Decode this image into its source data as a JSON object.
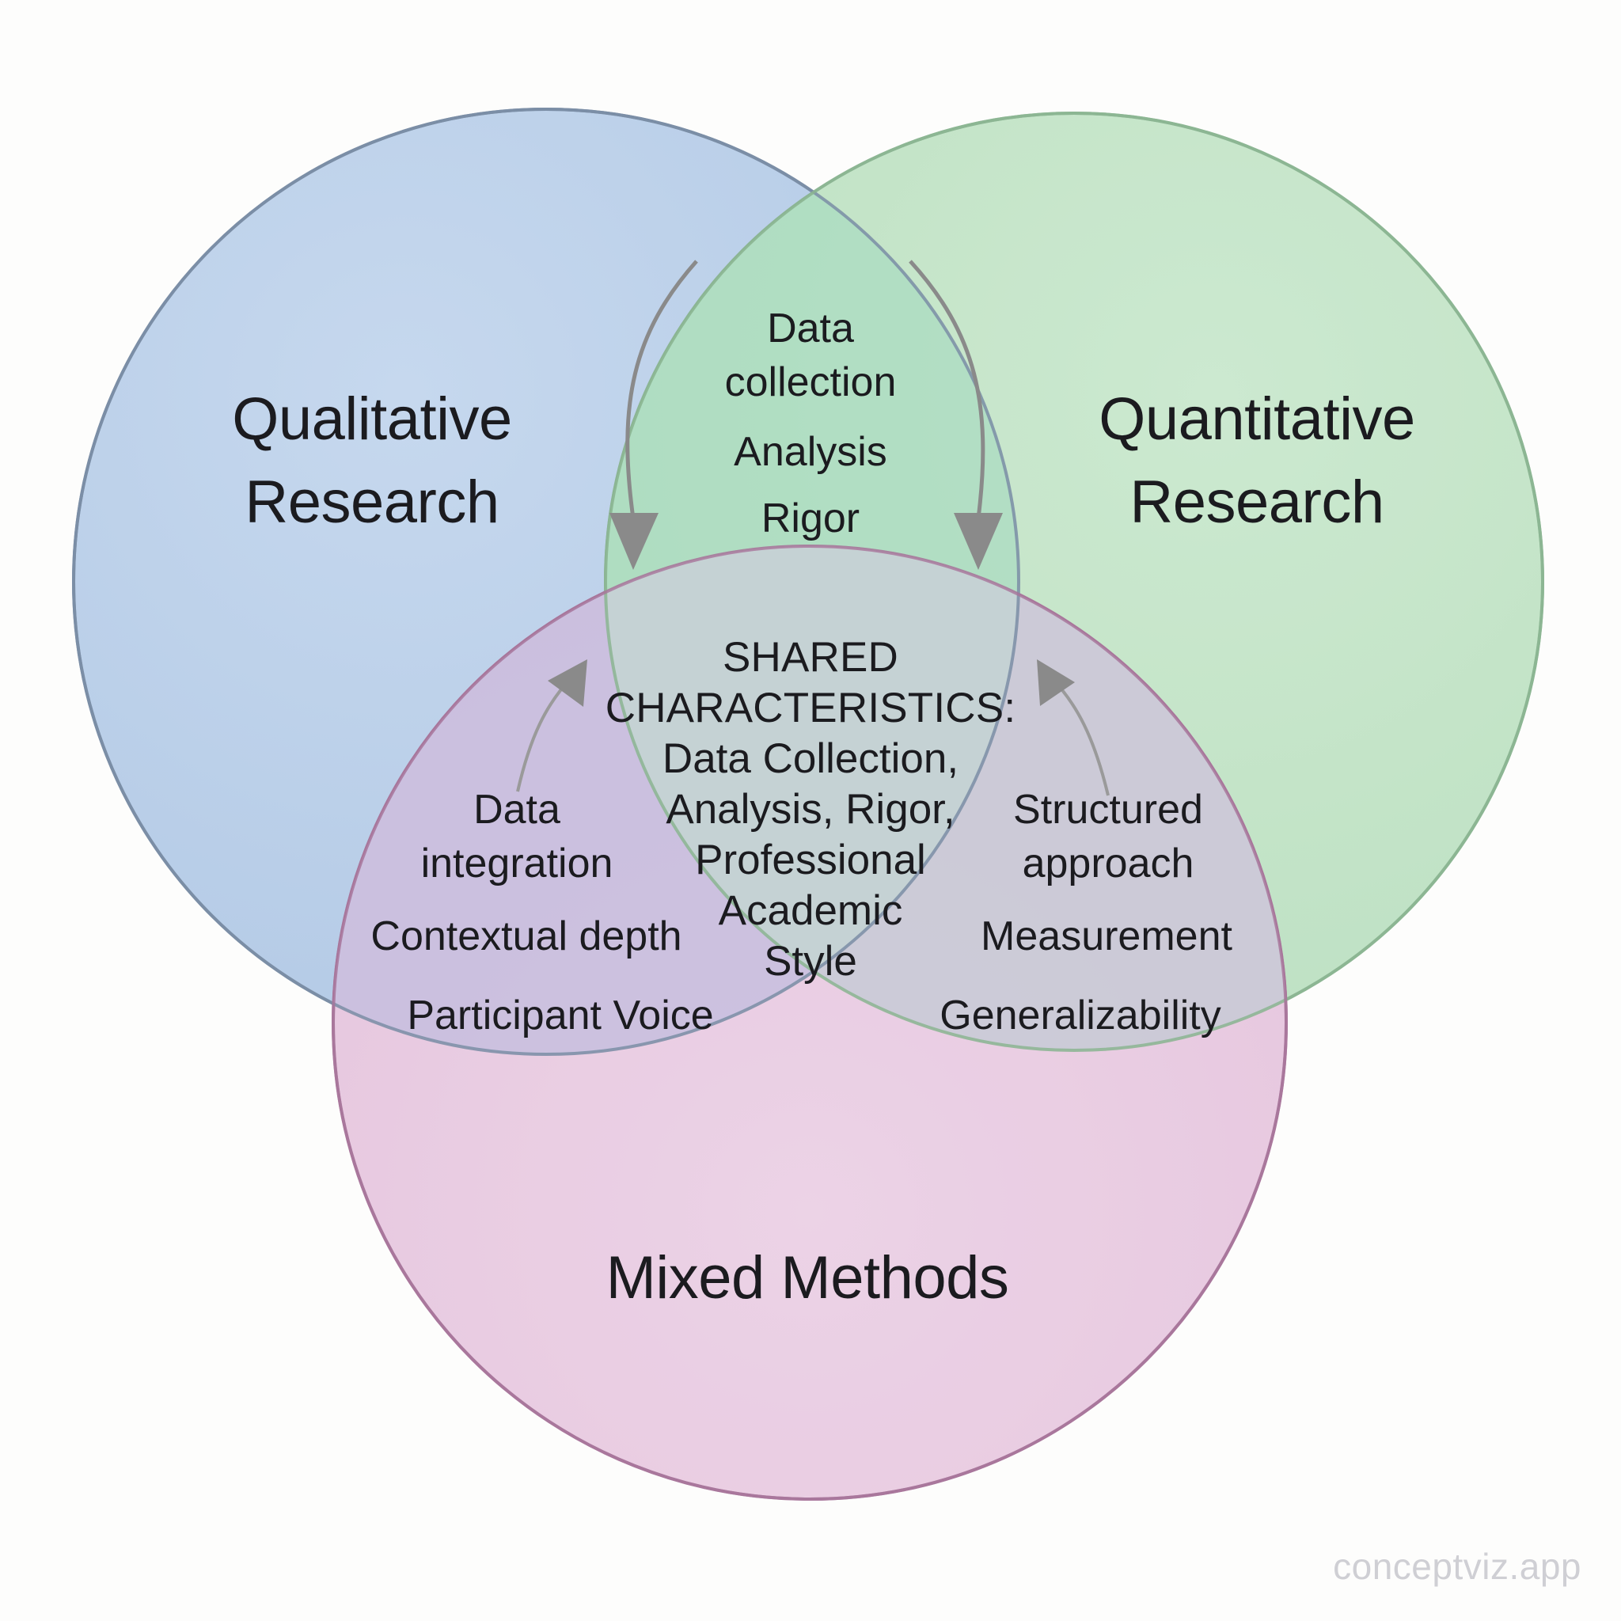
{
  "diagram": {
    "type": "venn-3-circle",
    "background_color": "#fdfdfc",
    "circles": [
      {
        "id": "qualitative",
        "label_line1": "Qualitative",
        "label_line2": "Research",
        "fill_color": "#b9cfe8",
        "stroke_color": "#7b8ea6"
      },
      {
        "id": "quantitative",
        "label_line1": "Quantitative",
        "label_line2": "Research",
        "fill_color": "#bfe3c4",
        "stroke_color": "#8bb592"
      },
      {
        "id": "mixed_methods",
        "label_line1": "Mixed Methods",
        "label_line2": "",
        "fill_color": "#e6c6de",
        "stroke_color": "#a8749a"
      }
    ],
    "top_overlap": {
      "id": "qualitative-quantitative",
      "items": [
        "Data",
        "collection",
        "Analysis",
        "Rigor"
      ],
      "lines": [
        [
          "Data",
          "collection"
        ],
        [
          "Analysis"
        ],
        [
          "Rigor"
        ]
      ]
    },
    "left_overlap": {
      "id": "qualitative-mixed",
      "lines": [
        [
          "Data",
          "integration"
        ],
        [
          "Contextual depth"
        ],
        [
          "Participant Voice"
        ]
      ]
    },
    "right_overlap": {
      "id": "quantitative-mixed",
      "lines": [
        [
          "Structured",
          "approach"
        ],
        [
          "Measurement"
        ],
        [
          "Generalizability"
        ]
      ]
    },
    "center": {
      "id": "all-three",
      "heading_lines": [
        "SHARED",
        "CHARACTERISTICS:"
      ],
      "body_lines": [
        "Data Collection,",
        "Analysis, Rigor,",
        "Professional",
        "Academic",
        "Style"
      ]
    },
    "arrows": [
      {
        "id": "top-left-arrow",
        "direction": "down-left",
        "from": "top-overlap",
        "to": "center"
      },
      {
        "id": "top-right-arrow",
        "direction": "down-right",
        "from": "top-overlap",
        "to": "center"
      },
      {
        "id": "left-arrow",
        "direction": "up-right",
        "from": "left-overlap",
        "to": "center"
      },
      {
        "id": "right-arrow",
        "direction": "up-left",
        "from": "right-overlap",
        "to": "center"
      }
    ]
  },
  "watermark": {
    "text": "conceptviz.app"
  }
}
